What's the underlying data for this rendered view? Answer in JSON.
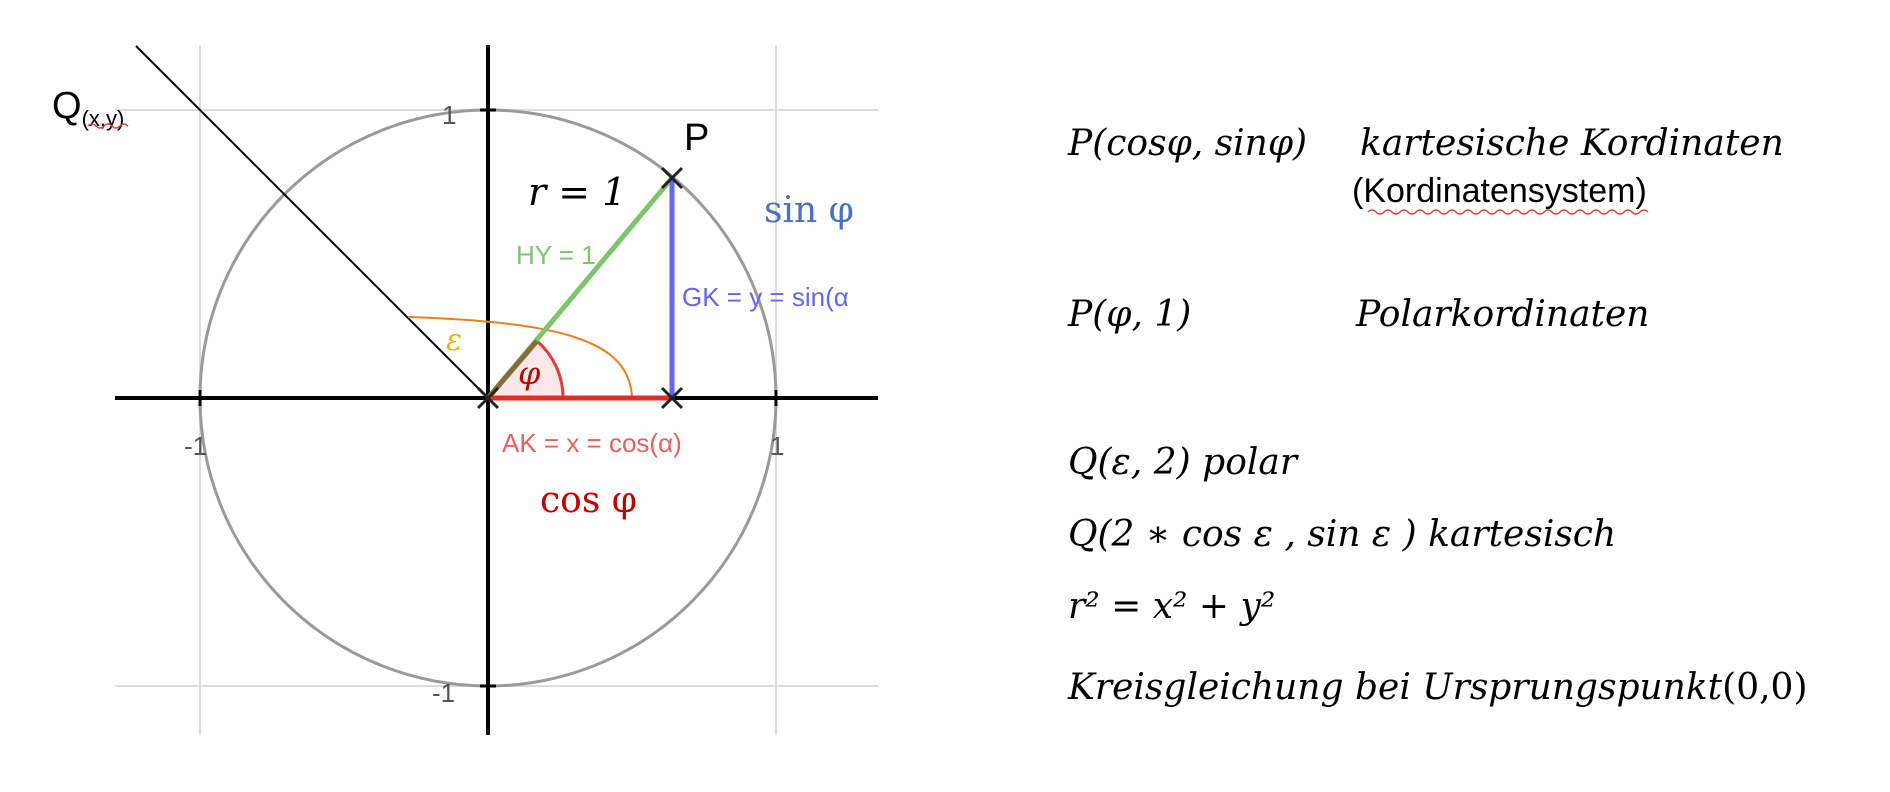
{
  "diagram": {
    "label_q_main": "Q",
    "label_q_sub": "(x,y)",
    "label_p": "P",
    "label_r": "r = 1",
    "label_sin": "sin φ",
    "label_hy": "HY = 1",
    "label_gk": "GK = y = sin(α",
    "label_ak": "AK = x = cos(α)",
    "label_cos": "cos φ",
    "label_phi": "φ",
    "label_epsilon": "ε",
    "tick_y_pos": "1",
    "tick_y_neg": "-1",
    "tick_x_pos": "1",
    "tick_x_neg": "-1",
    "colors": {
      "hypotenuse": "#7cc56a",
      "opposite": "#6565f0",
      "adjacent": "#e12c2c",
      "angle_phi": "#e03c3c",
      "angle_epsilon": "#e8821e",
      "epsilon_label": "#e8b400",
      "sin_label": "#4a6fc4",
      "cos_label": "#c00000",
      "circle": "#9a9a9a",
      "grid": "#dcdcdc"
    }
  },
  "notes": {
    "line1_a": "P(cosφ, sinφ)",
    "line1_b": "kartesische Kordinaten",
    "line1_c_open": "(",
    "line1_c_word": "Kordinatensystem",
    "line1_c_close": ")",
    "line2_a": "P(φ, 1)",
    "line2_b": "Polarkordinaten",
    "line3_a": "Q(ε, 2) polar",
    "line4_a": "Q(2 ∗ cos ε , sin ε ) kartesisch",
    "line5_a": "r² =  x² +  y²",
    "line6_a": "Kreisgleichung bei Ursprungspunkt",
    "line6_b": "(0,0)"
  }
}
